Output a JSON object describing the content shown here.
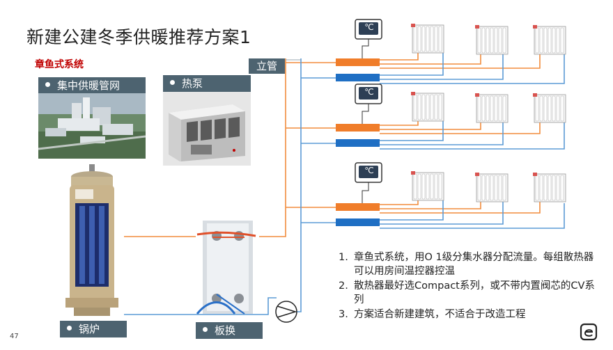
{
  "slide": {
    "title": "新建公建冬季供暖推荐方案1",
    "subtitle": "章鱼式系统",
    "page_number": "47"
  },
  "labels": {
    "district_heating": "集中供暖管网",
    "heat_pump": "热泵",
    "boiler": "锅炉",
    "plate_exchanger": "板换",
    "riser": "立管"
  },
  "thermostat": {
    "symbol": "℃"
  },
  "notes": [
    {
      "num": "1.",
      "text": "章鱼式系统，用O 1级分集水器分配流量。每组散热器可以用房间温控器控温"
    },
    {
      "num": "2.",
      "text": "散热器最好选Compact系列，或不带内置阀芯的CV系列"
    },
    {
      "num": "3.",
      "text": "方案适合新建建筑，不适合于改造工程"
    }
  ],
  "colors": {
    "supply_pipe": "#f28c3c",
    "return_pipe": "#5b9bd5",
    "supply_manifold": "#f07d2a",
    "return_manifold": "#1f6fc4",
    "label_bg": "#4d6370",
    "subtitle": "#c00000"
  },
  "icons": {
    "pump": "pump-symbol-icon",
    "logo": "brand-logo-icon"
  }
}
